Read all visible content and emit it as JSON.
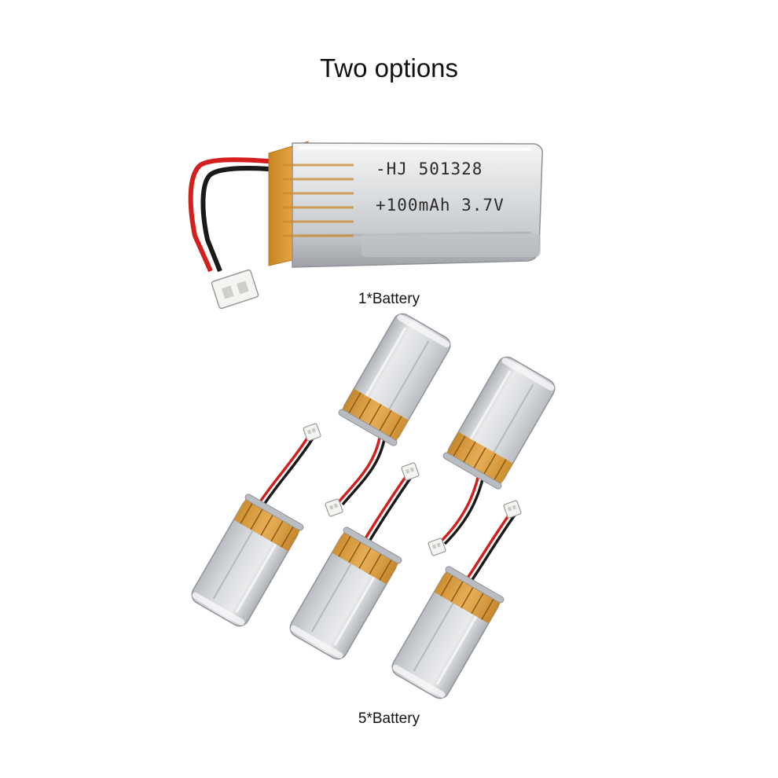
{
  "title": "Two options",
  "options": [
    {
      "caption": "1*Battery",
      "count": 1
    },
    {
      "caption": "5*Battery",
      "count": 5
    }
  ],
  "battery_label": {
    "line1": "-HJ 501328",
    "line2": "+100mAh 3.7V"
  },
  "colors": {
    "background": "#ffffff",
    "cell_silver": "#d6d8da",
    "tape_amber": "#e3a23a",
    "wire_red": "#d3201f",
    "wire_black": "#1a1a1a",
    "connector_white": "#f4f4f2"
  }
}
